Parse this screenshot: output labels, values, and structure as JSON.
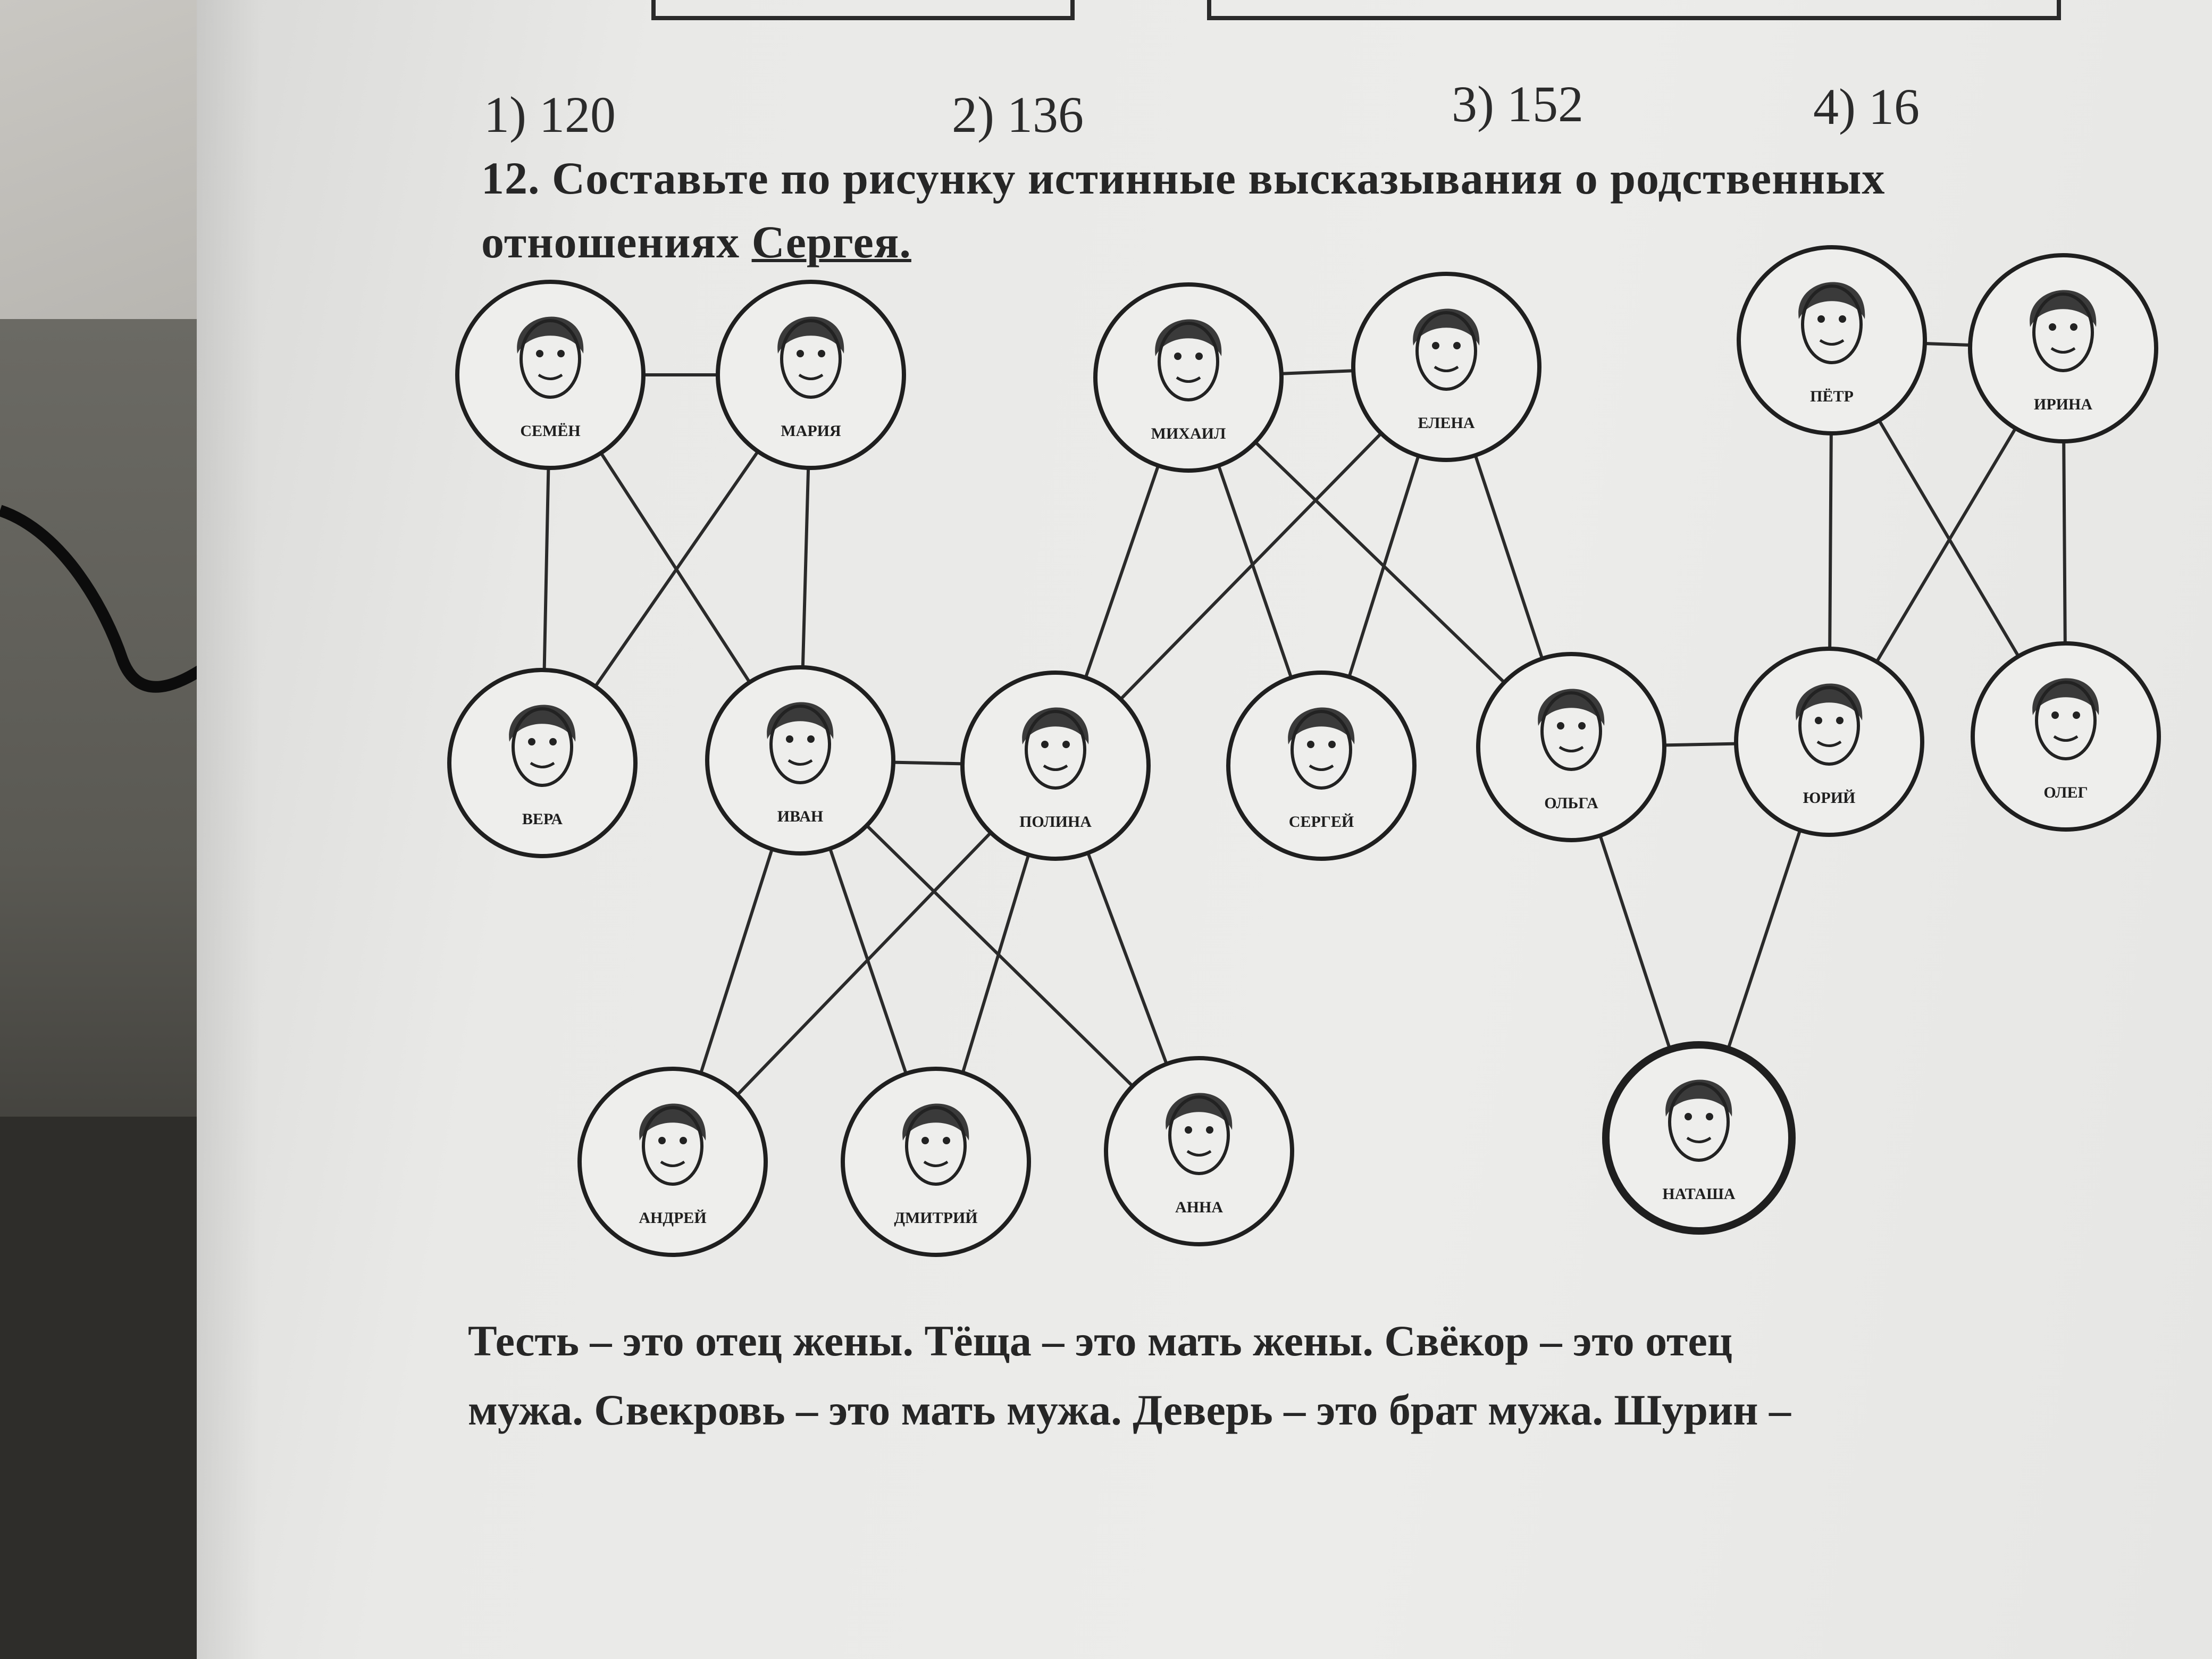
{
  "answers": [
    {
      "label": "1) 120"
    },
    {
      "label": "2) 136"
    },
    {
      "label": "3) 152"
    },
    {
      "label": "4) 16"
    }
  ],
  "task": {
    "line1": "12. Составьте по рисунку истинные высказывания о родственных",
    "line2_prefix": "отношениях ",
    "line2_name": "Сергея."
  },
  "people": [
    {
      "id": "semyon",
      "name": "СЕМЁН"
    },
    {
      "id": "maria",
      "name": "МАРИЯ"
    },
    {
      "id": "mikhail",
      "name": "МИХАИЛ"
    },
    {
      "id": "elena",
      "name": "ЕЛЕНА"
    },
    {
      "id": "petr",
      "name": "ПЁТР"
    },
    {
      "id": "irina",
      "name": "ИРИНА"
    },
    {
      "id": "vera",
      "name": "ВЕРА"
    },
    {
      "id": "ivan",
      "name": "ИВАН"
    },
    {
      "id": "polina",
      "name": "ПОЛИНА"
    },
    {
      "id": "sergey",
      "name": "СЕРГЕЙ"
    },
    {
      "id": "olga",
      "name": "ОЛЬГА"
    },
    {
      "id": "yuri",
      "name": "ЮРИЙ"
    },
    {
      "id": "oleg",
      "name": "ОЛЕГ"
    },
    {
      "id": "andrey",
      "name": "АНДРЕЙ"
    },
    {
      "id": "dmitry",
      "name": "ДМИТРИЙ"
    },
    {
      "id": "anna",
      "name": "АННА"
    },
    {
      "id": "natasha",
      "name": "НАТАША"
    }
  ],
  "links": [
    [
      "semyon",
      "maria"
    ],
    [
      "mikhail",
      "elena"
    ],
    [
      "petr",
      "irina"
    ],
    [
      "semyon",
      "vera"
    ],
    [
      "semyon",
      "ivan"
    ],
    [
      "maria",
      "vera"
    ],
    [
      "maria",
      "ivan"
    ],
    [
      "mikhail",
      "polina"
    ],
    [
      "mikhail",
      "sergey"
    ],
    [
      "mikhail",
      "olga"
    ],
    [
      "elena",
      "polina"
    ],
    [
      "elena",
      "sergey"
    ],
    [
      "elena",
      "olga"
    ],
    [
      "petr",
      "yuri"
    ],
    [
      "petr",
      "oleg"
    ],
    [
      "irina",
      "yuri"
    ],
    [
      "irina",
      "oleg"
    ],
    [
      "ivan",
      "polina"
    ],
    [
      "olga",
      "yuri"
    ],
    [
      "ivan",
      "andrey"
    ],
    [
      "ivan",
      "dmitry"
    ],
    [
      "ivan",
      "anna"
    ],
    [
      "polina",
      "andrey"
    ],
    [
      "polina",
      "dmitry"
    ],
    [
      "polina",
      "anna"
    ],
    [
      "olga",
      "natasha"
    ],
    [
      "yuri",
      "natasha"
    ]
  ],
  "footer": {
    "line1": "Тесть – это отец жены. Тёща – это мать жены. Свёкор – это отец",
    "line2": "мужа. Свекровь – это мать мужа. Деверь – это брат мужа. Шурин –"
  }
}
